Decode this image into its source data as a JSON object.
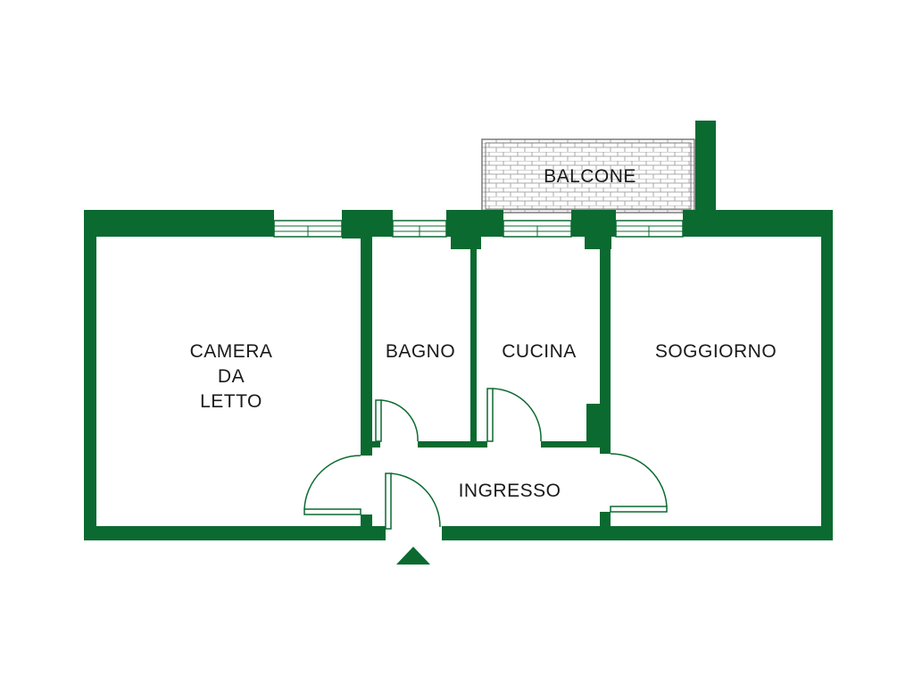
{
  "plan": {
    "colors": {
      "wall": "#0b6a30",
      "window": "#0b6a30",
      "background": "#ffffff",
      "text": "#1a1a1a",
      "balcony_hatch": "#a8a8a8"
    },
    "rooms": {
      "camera": {
        "line1": "CAMERA",
        "line2": "DA",
        "line3": "LETTO"
      },
      "bagno": {
        "label": "BAGNO"
      },
      "cucina": {
        "label": "CUCINA"
      },
      "soggiorno": {
        "label": "SOGGIORNO"
      },
      "ingresso": {
        "label": "INGRESSO"
      },
      "balcone": {
        "label": "BALCONE"
      }
    },
    "icons": {
      "entrance": "entrance-arrow-icon"
    }
  }
}
